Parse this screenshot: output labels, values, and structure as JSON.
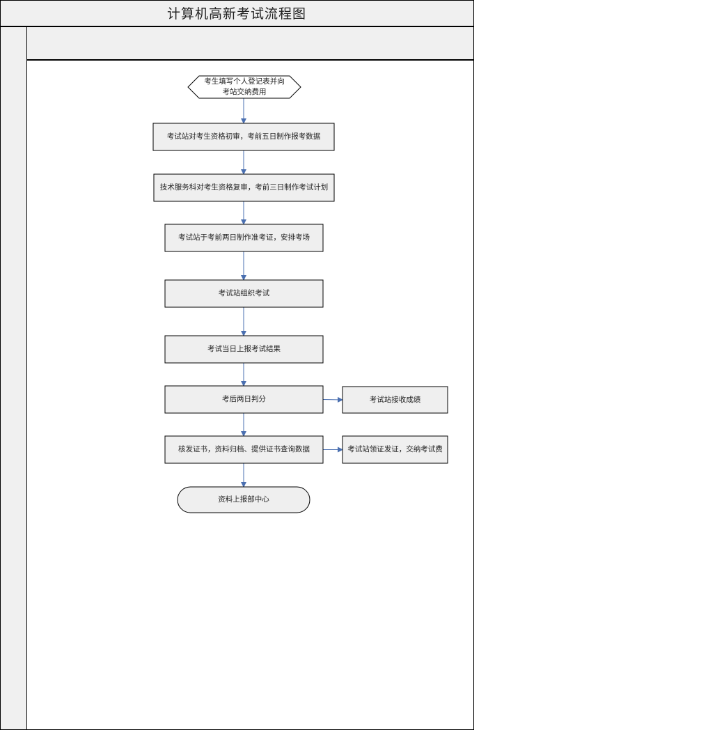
{
  "title": "计算机高新考试流程图",
  "colors": {
    "frame_fill": "#f0f0f0",
    "node_fill": "#efefef",
    "stroke": "#000000",
    "arrow": "#4a6fb0"
  },
  "nodes": [
    {
      "id": "start",
      "shape": "hexagon",
      "lines": [
        "考生填写个人登记表并向",
        "考站交纳费用"
      ]
    },
    {
      "id": "step1",
      "shape": "rect",
      "lines": [
        "考试站对考生资格初审，考前五日制作报考数据"
      ]
    },
    {
      "id": "step2",
      "shape": "rect",
      "lines": [
        "技术服务科对考生资格复审，考前三日制作考试计划"
      ]
    },
    {
      "id": "step3",
      "shape": "rect",
      "lines": [
        "考试站于考前两日制作准考证，安排考场"
      ]
    },
    {
      "id": "step4",
      "shape": "rect",
      "lines": [
        "考试站组织考试"
      ]
    },
    {
      "id": "step5",
      "shape": "rect",
      "lines": [
        "考试当日上报考试结果"
      ]
    },
    {
      "id": "step6",
      "shape": "rect",
      "lines": [
        "考后两日判分"
      ]
    },
    {
      "id": "side1",
      "shape": "rect",
      "lines": [
        "考试站接收成绩"
      ]
    },
    {
      "id": "step7",
      "shape": "rect",
      "lines": [
        "核发证书，资料归档、提供证书查询数据"
      ]
    },
    {
      "id": "side2",
      "shape": "rect",
      "lines": [
        "考试站领证发证，交纳考试费"
      ]
    },
    {
      "id": "end",
      "shape": "rounded",
      "lines": [
        "资料上报部中心"
      ]
    }
  ],
  "edges": [
    [
      "start",
      "step1"
    ],
    [
      "step1",
      "step2"
    ],
    [
      "step2",
      "step3"
    ],
    [
      "step3",
      "step4"
    ],
    [
      "step4",
      "step5"
    ],
    [
      "step5",
      "step6"
    ],
    [
      "step6",
      "side1"
    ],
    [
      "step6",
      "step7"
    ],
    [
      "step7",
      "side2"
    ],
    [
      "step7",
      "end"
    ]
  ]
}
